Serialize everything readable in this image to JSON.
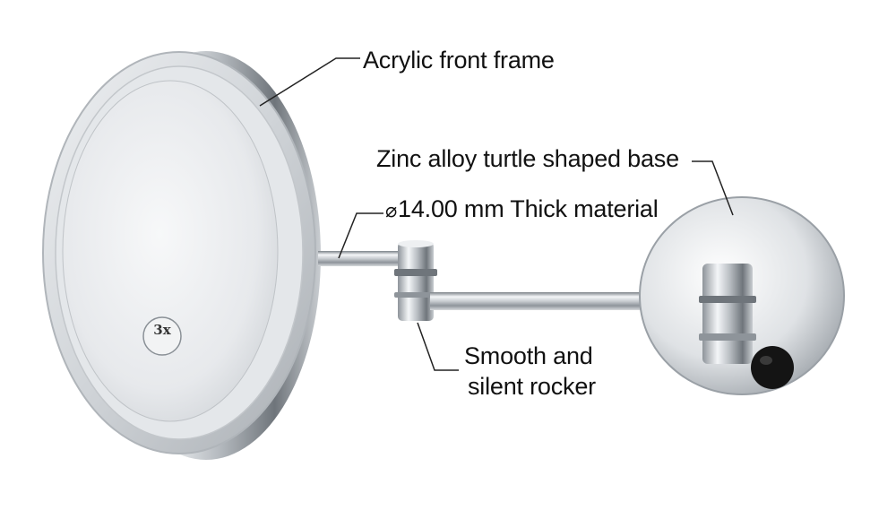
{
  "callouts": {
    "acrylic": "Acrylic front frame",
    "base": "Zinc alloy turtle shaped base",
    "thick_symbol": "⌀",
    "thick": "14.00 mm Thick material",
    "rocker_line1": "Smooth and",
    "rocker_line2": "silent rocker"
  },
  "magnification_badge": "3x",
  "colors": {
    "chrome_dark": "#7c8288",
    "chrome_light": "#f4f6f8",
    "mirror": "#e7e9ec",
    "knob": "#141414",
    "leader_line": "#222222"
  }
}
